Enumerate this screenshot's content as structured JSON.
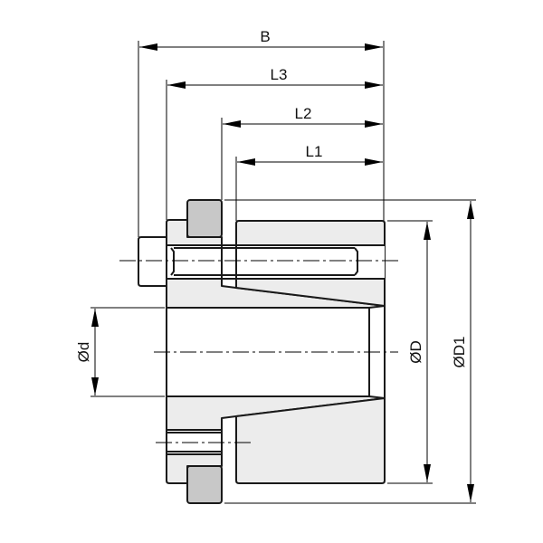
{
  "drawing": {
    "title": "Locking assembly cross-section",
    "dimensions": {
      "B": "B",
      "L3": "L3",
      "L2": "L2",
      "L1": "L1",
      "d": "Ød",
      "D": "ØD",
      "D1": "ØD1"
    },
    "colors": {
      "body_fill": "#ececec",
      "clamp_fill": "#c8c8c8",
      "line": "#1a1a1a"
    }
  }
}
